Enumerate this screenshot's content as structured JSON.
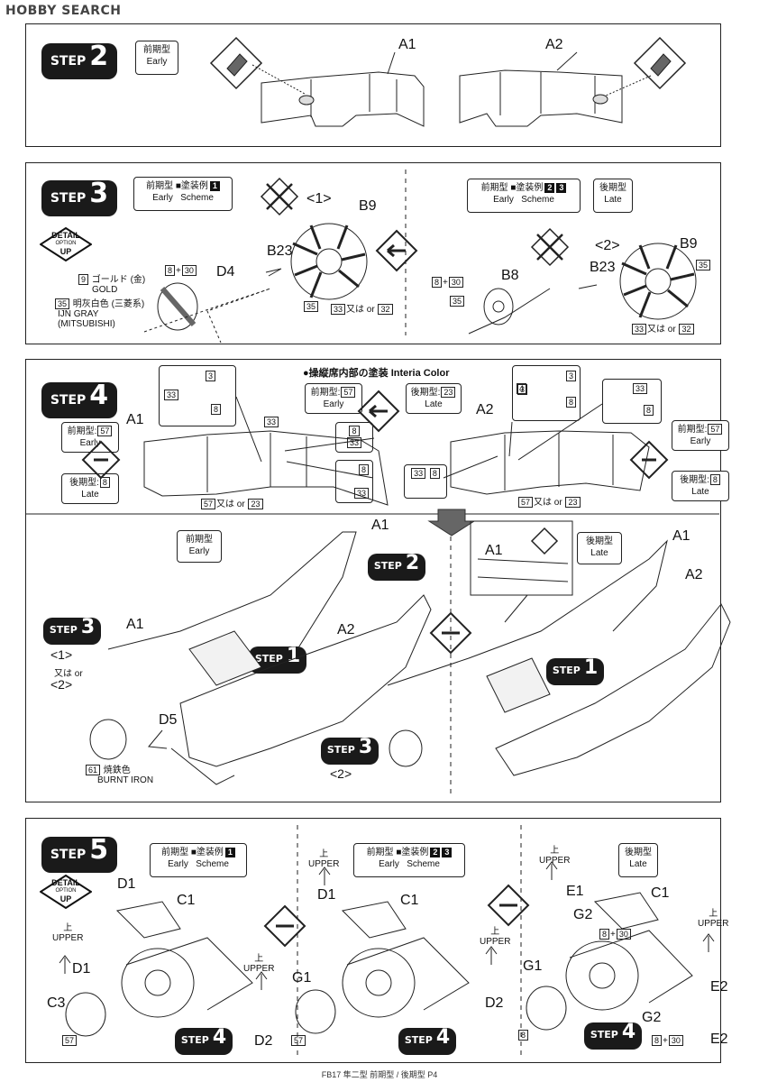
{
  "logo": {
    "text": "HOBBY SEARCH"
  },
  "steps": {
    "s2": {
      "word": "STEP",
      "num": "2"
    },
    "s3": {
      "word": "STEP",
      "num": "3"
    },
    "s4": {
      "word": "STEP",
      "num": "4"
    },
    "s5": {
      "word": "STEP",
      "num": "5"
    },
    "ref2": {
      "word": "STEP",
      "num": "2"
    },
    "ref1a": {
      "word": "STEP",
      "num": "1"
    },
    "ref1b": {
      "word": "STEP",
      "num": "1"
    },
    "ref3a": {
      "word": "STEP",
      "num": "3"
    },
    "ref3b": {
      "word": "STEP",
      "num": "3"
    },
    "ref4a": {
      "word": "STEP",
      "num": "4"
    },
    "ref4b": {
      "word": "STEP",
      "num": "4"
    },
    "ref4c": {
      "word": "STEP",
      "num": "4"
    }
  },
  "variants": {
    "early_jp": "前期型",
    "early_en": "Early",
    "late_jp": "後期型",
    "late_en": "Late",
    "scheme_jp": "塗装例",
    "scheme_en": "Scheme",
    "early_colon": "前期型:",
    "late_colon": "後期型:"
  },
  "detail": {
    "line1": "DETAIL",
    "line2": "OPTION",
    "line3": "UP"
  },
  "parts": {
    "A1": "A1",
    "A2": "A2",
    "B9": "B9",
    "B23": "B23",
    "B8": "B8",
    "D4": "D4",
    "D5": "D5",
    "C1": "C1",
    "D1": "D1",
    "C3": "C3",
    "D2": "D2",
    "G1": "G1",
    "G2": "G2",
    "E1": "E1",
    "E2": "E2"
  },
  "brackets": {
    "b1": "<1>",
    "b2": "<2>"
  },
  "colors": {
    "gold": {
      "num": "9",
      "jp": "ゴールド (金)",
      "en": "GOLD"
    },
    "ijn": {
      "num": "35",
      "jp": "明灰白色 (三菱系)",
      "en1": "IJN GRAY",
      "en2": "(MITSUBISHI)"
    },
    "burnt": {
      "num": "61",
      "jp": "焼鉄色",
      "en": "BURNT IRON"
    }
  },
  "misc": {
    "or_jp": "又は",
    "or_en": "or",
    "plus": "+",
    "interior": "●操縦席内部の塗装 Interia Color",
    "upper_jp": "上",
    "upper_en": "UPPER",
    "n3": "3",
    "n8": "8",
    "n23": "23",
    "n30": "30",
    "n32": "32",
    "n33": "33",
    "n35": "35",
    "n57": "57",
    "s1": "1",
    "s23a": "2",
    "s23b": "3"
  },
  "footer": "FB17 隼二型 前期型 / 後期型 P4"
}
